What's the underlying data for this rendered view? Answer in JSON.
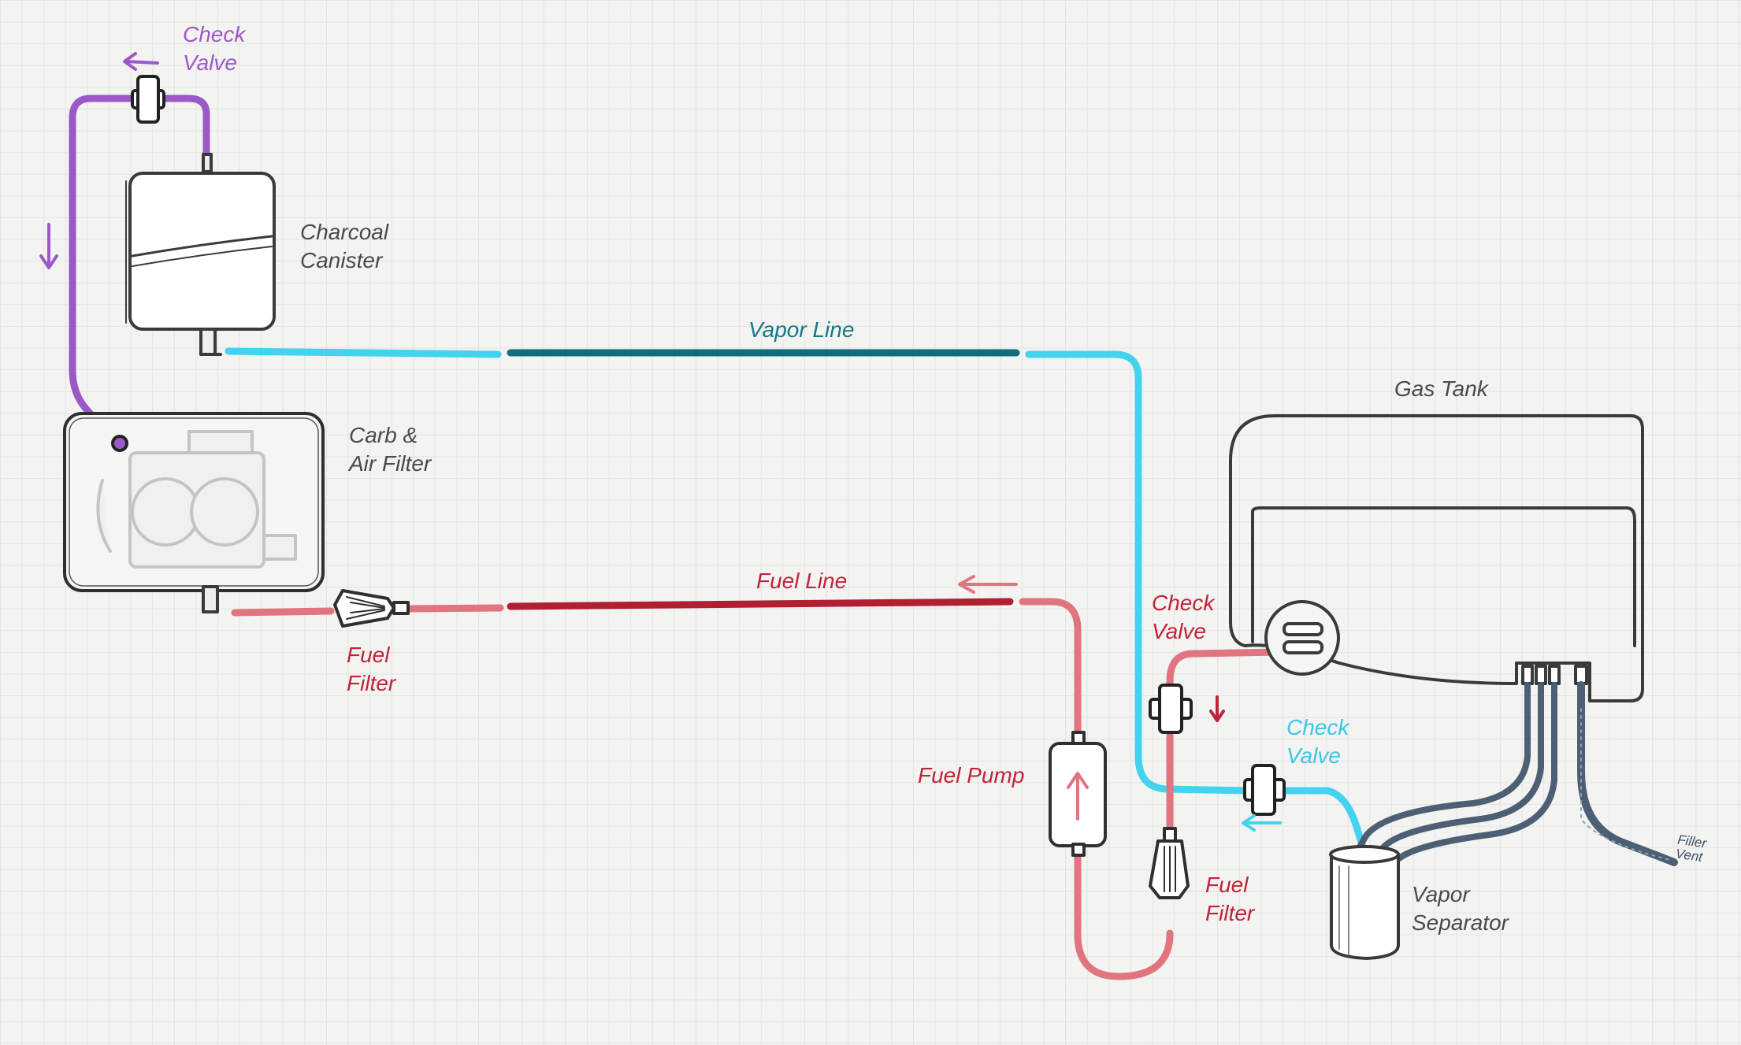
{
  "labels": {
    "check_valve_top": [
      "Check",
      "Valve"
    ],
    "charcoal_canister": [
      "Charcoal",
      "Canister"
    ],
    "carb_air_filter": [
      "Carb &",
      "Air Filter"
    ],
    "vapor_line": "Vapor Line",
    "fuel_line": "Fuel Line",
    "fuel_filter_left": [
      "Fuel",
      "Filter"
    ],
    "gas_tank": "Gas Tank",
    "check_valve_red": [
      "Check",
      "Valve"
    ],
    "check_valve_cyan": [
      "Check",
      "Valve"
    ],
    "fuel_pump": "Fuel Pump",
    "fuel_filter_right": [
      "Fuel",
      "Filter"
    ],
    "vapor_separator": [
      "Vapor",
      "Separator"
    ],
    "filler_vent": [
      "Filler",
      "Vent"
    ]
  },
  "colors": {
    "purple_line": "#9b59c8",
    "vapor_line_light": "#43d3ee",
    "vapor_line_dark": "#0f6e7c",
    "fuel_line_light": "#e07580",
    "fuel_line_dark": "#b01f32",
    "separator_hose": "#4c5f74",
    "sketch": "#3a3a3a"
  }
}
